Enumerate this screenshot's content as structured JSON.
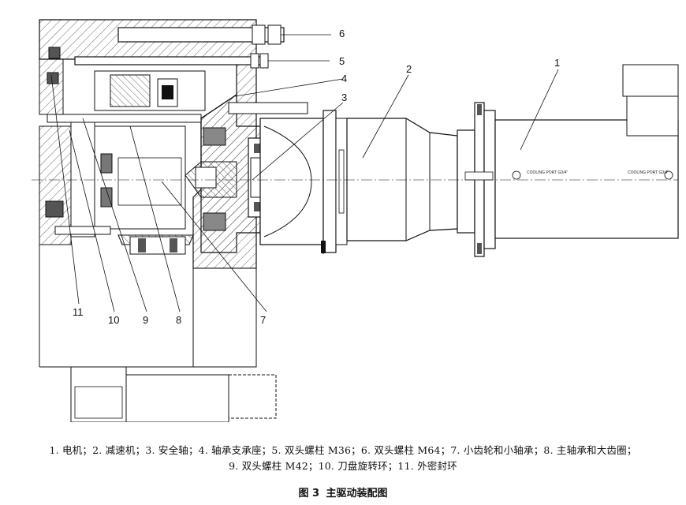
{
  "callouts": {
    "c1": "1",
    "c2": "2",
    "c3": "3",
    "c4": "4",
    "c5": "5",
    "c6": "6",
    "c7": "7",
    "c8": "8",
    "c9": "9",
    "c10": "10",
    "c11": "11"
  },
  "drawing_text": {
    "cooling_port_1": "COOLING PORT G3/4\"",
    "cooling_port_2": "COOLING PORT G3/4\""
  },
  "legend": {
    "line1": "1. 电机；2. 减速机；3. 安全轴；4. 轴承支承座；5. 双头螺柱 M36；6. 双头螺柱 M64；7. 小齿轮和小轴承；8. 主轴承和大齿圈；",
    "line2": "9. 双头螺柱 M42；10. 刀盘旋转环；11. 外密封环"
  },
  "caption": {
    "figure_number": "图 3",
    "title": "主驱动装配图"
  }
}
